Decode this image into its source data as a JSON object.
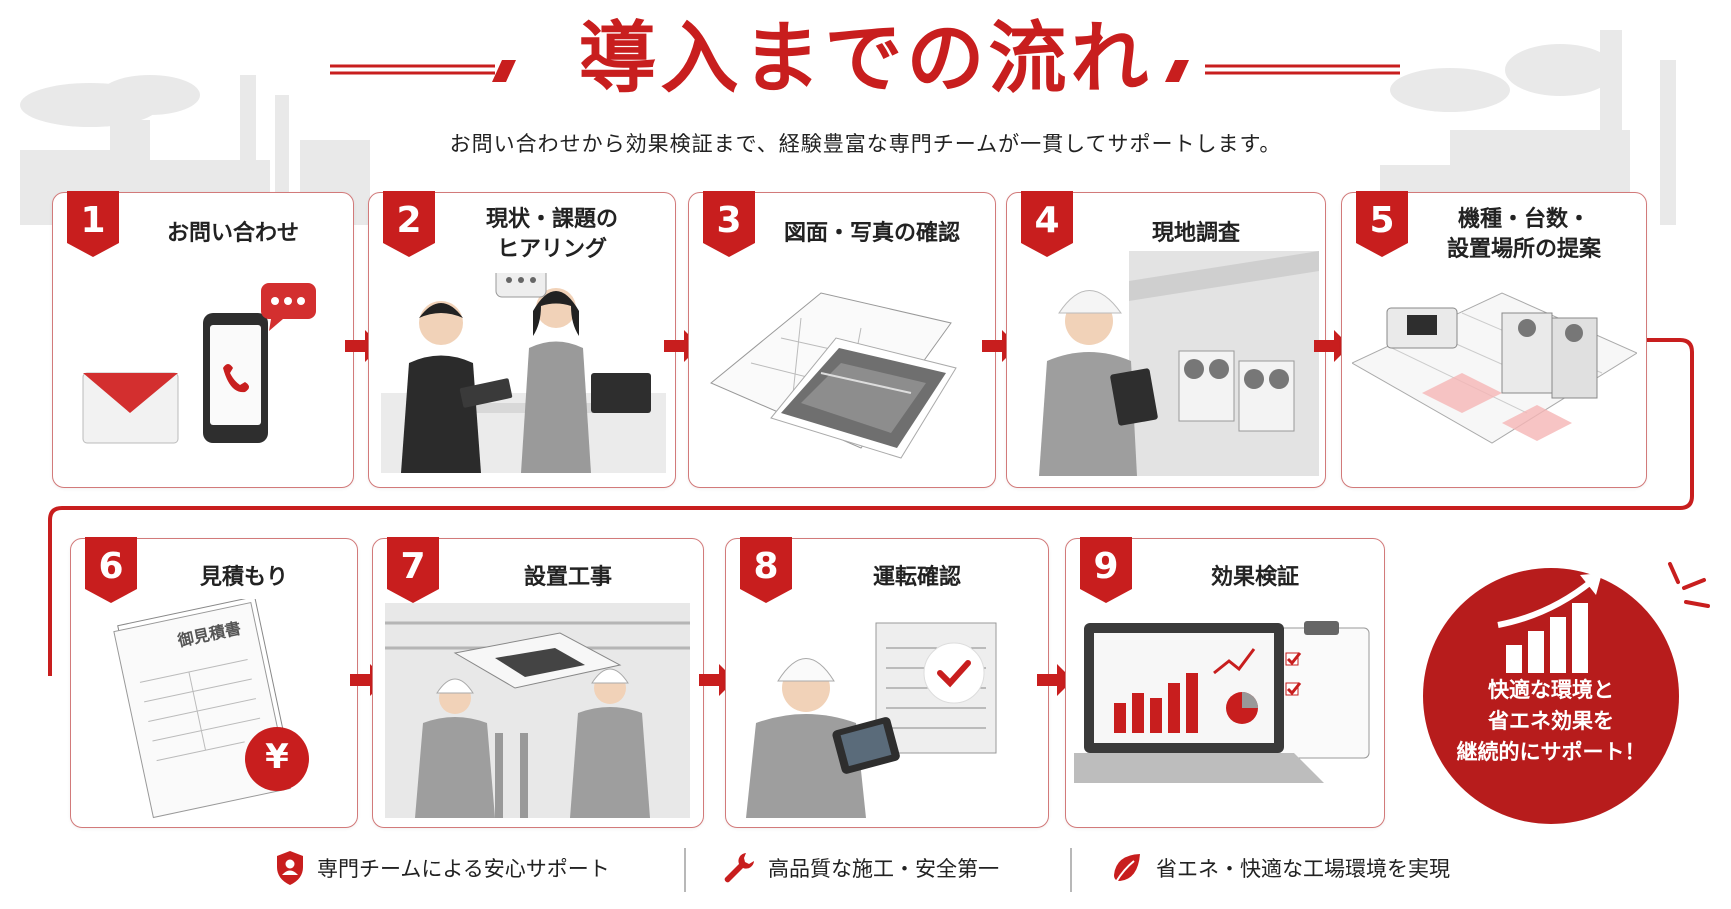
{
  "header": {
    "title": "導入までの流れ",
    "subtitle": "お問い合わせから効果検証まで、経験豊富な専門チームが一貫してサポートします。"
  },
  "colors": {
    "accent": "#c81e1e",
    "card_border": "#d27a7a",
    "grey": "#8a8a8a"
  },
  "steps": [
    {
      "num": "1",
      "title_lines": [
        "お問い合わせ"
      ],
      "icon": "mail-phone-chat-icon"
    },
    {
      "num": "2",
      "title_lines": [
        "現状・課題の",
        "ヒアリング"
      ],
      "icon": "meeting-icon"
    },
    {
      "num": "3",
      "title_lines": [
        "図面・写真の確認"
      ],
      "icon": "blueprint-photo-icon"
    },
    {
      "num": "4",
      "title_lines": [
        "現地調査"
      ],
      "icon": "site-survey-icon"
    },
    {
      "num": "5",
      "title_lines": [
        "機種・台数・",
        "設置場所の提案"
      ],
      "icon": "equipment-layout-icon"
    },
    {
      "num": "6",
      "title_lines": [
        "見積もり"
      ],
      "icon": "quotation-icon",
      "doc_label": "御見積書",
      "yen": "¥"
    },
    {
      "num": "7",
      "title_lines": [
        "設置工事"
      ],
      "icon": "installation-icon"
    },
    {
      "num": "8",
      "title_lines": [
        "運転確認"
      ],
      "icon": "operation-check-icon"
    },
    {
      "num": "9",
      "title_lines": [
        "効果検証"
      ],
      "icon": "effect-report-icon"
    }
  ],
  "circle": {
    "lines": [
      "快適な環境と",
      "省エネ効果を",
      "継続的にサポート！"
    ],
    "icon": "growth-chart-icon"
  },
  "footer": {
    "items": [
      {
        "label": "専門チームによる安心サポート",
        "icon": "shield-person-icon"
      },
      {
        "label": "高品質な施工・安全第一",
        "icon": "wrench-icon"
      },
      {
        "label": "省エネ・快適な工場環境を実現",
        "icon": "leaf-icon"
      }
    ]
  }
}
